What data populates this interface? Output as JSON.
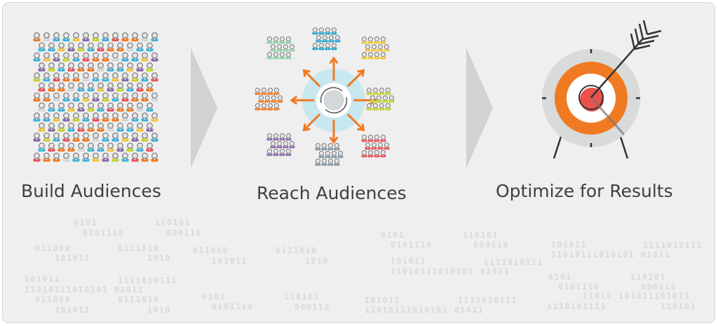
{
  "steps": [
    {
      "label": "Build Audiences",
      "icon": "audience-grid-icon"
    },
    {
      "label": "Reach Audiences",
      "icon": "broadcast-hub-icon"
    },
    {
      "label": "Optimize for Results",
      "icon": "target-arrow-icon"
    }
  ],
  "colors": {
    "panel_bg": "#efefef",
    "orange": "#f07a22",
    "target_red": "#e9514a",
    "target_gray": "#d9dada",
    "hub_blue": "#c8e8f0",
    "person_palette": [
      "#f07a22",
      "#3fb3dc",
      "#c3d32b",
      "#f07a22",
      "#3fb3dc",
      "#8a6aa8",
      "#e9515a",
      "#d3d6d8",
      "#f2c43a",
      "#3fb3dc"
    ],
    "group_colors": [
      "#2aa5d0",
      "#f2c43a",
      "#c3d32b",
      "#e9515a",
      "#7f97a6",
      "#8a6aa8",
      "#f07a22",
      "#8fd1a3"
    ]
  },
  "binary": [
    "0101",
    "0101110",
    "110101",
    "000110",
    "011000",
    "101011",
    "0111010",
    "1010",
    "011000",
    "101011",
    "101011",
    "11010111010101 01011",
    "011000",
    "101011",
    "1111010111",
    "0111010",
    "1010",
    "0101",
    "0101110",
    "0111010",
    "1010",
    "0101",
    "0101110",
    "110101",
    "000110",
    "101011",
    "11010111010101 01011",
    "110101",
    "000110",
    "101011",
    "11010111010101 01011",
    "1111010111",
    "1111010111",
    "101011",
    "11010111010101 01011",
    "1111010111",
    "0101",
    "0101110",
    "110101",
    "000110",
    "11010 101011101011",
    "1110101111",
    "110101"
  ]
}
